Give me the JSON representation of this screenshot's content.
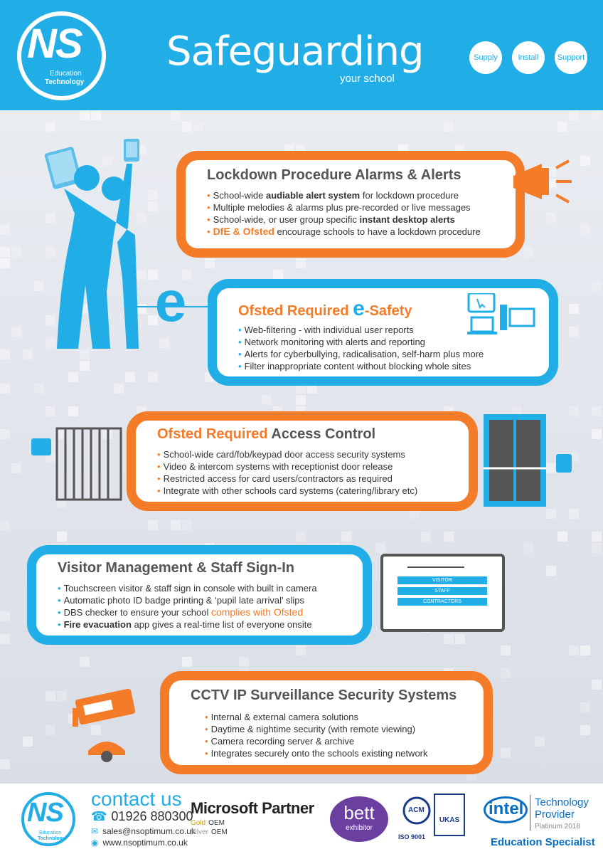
{
  "brand": {
    "logo_text": "NS",
    "logo_line1": "Education",
    "logo_line2": "Technology"
  },
  "header": {
    "title": "Safeguarding",
    "subtitle": "your school",
    "pills": [
      "Supply",
      "Install",
      "Support"
    ]
  },
  "colors": {
    "blue": "#21aee6",
    "orange": "#f47b28"
  },
  "sections": {
    "lockdown": {
      "title": "Lockdown Procedure Alarms & Alerts",
      "items": [
        {
          "pre": "School-wide ",
          "bold": "audiable alert system",
          "post": " for lockdown procedure"
        },
        {
          "pre": "Multiple melodies & alarms plus pre-recorded or live messages",
          "bold": "",
          "post": ""
        },
        {
          "pre": "School-wide, or user group specific ",
          "bold": "instant desktop alerts",
          "post": ""
        },
        {
          "pre": "",
          "bold": "DfE & Ofsted",
          "post": " encourage schools to have a lockdown procedure"
        }
      ]
    },
    "esafety": {
      "title_a": "Ofsted Required ",
      "title_e": "e",
      "title_b": "-Safety",
      "badge": "e",
      "items": [
        "Web-filtering - with individual user reports",
        "Network monitoring with alerts and reporting",
        "Alerts for cyberbullying, radicalisation, self-harm plus more",
        "Filter inappropriate content without blocking whole sites"
      ]
    },
    "access": {
      "title_a": "Ofsted Required",
      "title_b": " Access Control",
      "items": [
        "School-wide card/fob/keypad door access security systems",
        "Video & intercom systems with receptionist door release",
        "Restricted access for card users/contractors as required",
        "Integrate with other schools card systems (catering/library etc)"
      ]
    },
    "visitor": {
      "title": "Visitor Management & Staff Sign-In",
      "screen_buttons": [
        "VISITOR",
        "STAFF",
        "CONTRACTORS"
      ],
      "items": [
        {
          "pre": "Touchscreen visitor & staff sign in console with built in camera",
          "hl": "",
          "bold": ""
        },
        {
          "pre": "Automatic photo ID badge printing & ‘pupil late arrival’ slips",
          "hl": "",
          "bold": ""
        },
        {
          "pre": "DBS checker to ensure your school ",
          "hl": "complies with Ofsted",
          "bold": ""
        },
        {
          "pre": "",
          "hl": "",
          "bold": "Fire evacuation",
          "post": " app gives a real-time list of everyone onsite"
        }
      ]
    },
    "cctv": {
      "title": "CCTV IP Surveillance Security Systems",
      "items": [
        "Internal & external camera solutions",
        "Daytime & nightime security (with remote viewing)",
        "Camera recording server & archive",
        "Integrates securely onto the schools existing network"
      ]
    }
  },
  "footer": {
    "contact_title": "contact us",
    "phone": "01926 880300",
    "email": "sales@nsoptimum.co.uk",
    "web": "www.nsoptimum.co.uk",
    "ms_title": "Microsoft Partner",
    "ms_gold": "Gold",
    "ms_gold_val": "OEM",
    "ms_silver": "Silver",
    "ms_silver_val": "OEM",
    "bett_1": "bett",
    "bett_2": "exhibitor",
    "acm": "ACM",
    "iso": "ISO 9001",
    "ukas": "UKAS",
    "intel": "intel",
    "tp_1": "Technology",
    "tp_2": "Provider",
    "tp_3": "Platinum 2018",
    "edspec": "Education Specialist"
  }
}
